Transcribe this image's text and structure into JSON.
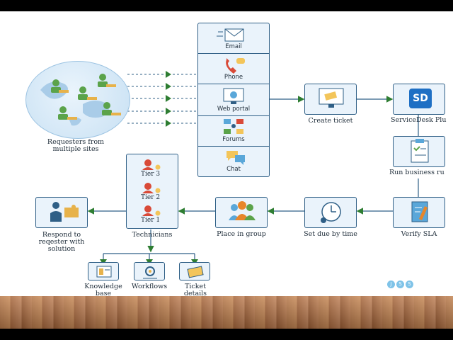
{
  "requesters": {
    "label": "Requesters from multiple sites"
  },
  "channels": [
    "Email",
    "Phone",
    "Web portal",
    "Forums",
    "Chat"
  ],
  "flow": {
    "create_ticket": "Create ticket",
    "servicedesk": "ServiceDesk Plu",
    "business_rules": "Run business ru",
    "verify_sla": "Verify SLA",
    "set_due": "Set due by time",
    "place_group": "Place in group",
    "technicians": "Technicians",
    "respond": "Respond to reqester with solution"
  },
  "tiers": [
    "Tier 3",
    "Tier 2",
    "Tier 1"
  ],
  "resources": [
    "Knowledge base",
    "Workflows",
    "Ticket details"
  ],
  "watermark": [
    "J",
    "S",
    "S"
  ],
  "colors": {
    "line": "#2f5f86",
    "arrow": "#2e7d32",
    "box_fill": "#eaf3fb",
    "globe": "#d6e9f7"
  }
}
